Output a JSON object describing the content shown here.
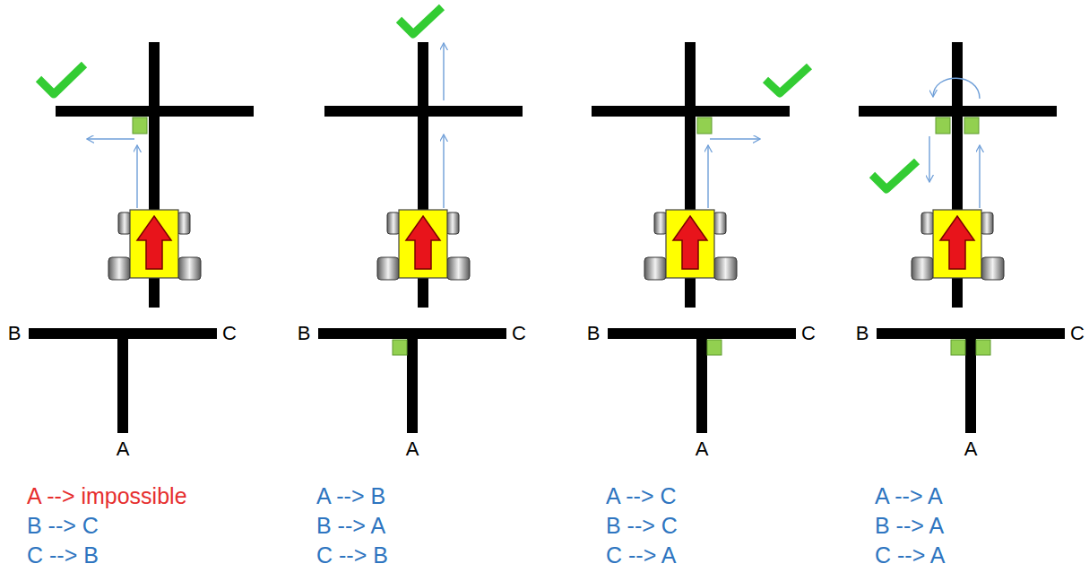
{
  "diagram": {
    "labels": [
      "B",
      "C",
      "A",
      "A --> impossible",
      "B --> C",
      "C --> B",
      "B",
      "C",
      "A",
      "A --> B",
      "B --> A",
      "C --> B",
      "B",
      "C",
      "A",
      "A --> C",
      "B --> C",
      "C --> A",
      "B",
      "C",
      "A",
      "A --> A",
      "B --> A",
      "C --> A"
    ]
  }
}
